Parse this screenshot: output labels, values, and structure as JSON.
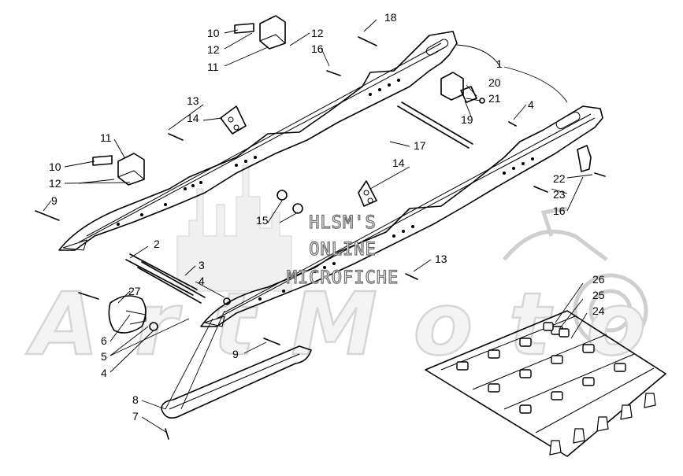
{
  "watermark": {
    "line1": "HLSM'S",
    "line2": "ONLINE",
    "line3": "MICROFICHE",
    "logo_text": "ArtMoto"
  },
  "callouts": [
    {
      "id": "c18",
      "label": "18"
    },
    {
      "id": "c1",
      "label": "1"
    },
    {
      "id": "c10a",
      "label": "10"
    },
    {
      "id": "c12a",
      "label": "12"
    },
    {
      "id": "c11a",
      "label": "11"
    },
    {
      "id": "c12b",
      "label": "12"
    },
    {
      "id": "c16a",
      "label": "16"
    },
    {
      "id": "c20",
      "label": "20"
    },
    {
      "id": "c21",
      "label": "21"
    },
    {
      "id": "c19",
      "label": "19"
    },
    {
      "id": "c4a",
      "label": "4"
    },
    {
      "id": "c13a",
      "label": "13"
    },
    {
      "id": "c14a",
      "label": "14"
    },
    {
      "id": "c11b",
      "label": "11"
    },
    {
      "id": "c10b",
      "label": "10"
    },
    {
      "id": "c12c",
      "label": "12"
    },
    {
      "id": "c17",
      "label": "17"
    },
    {
      "id": "c14b",
      "label": "14"
    },
    {
      "id": "c22",
      "label": "22"
    },
    {
      "id": "c23",
      "label": "23"
    },
    {
      "id": "c16b",
      "label": "16"
    },
    {
      "id": "c9a",
      "label": "9"
    },
    {
      "id": "c15",
      "label": "15"
    },
    {
      "id": "c2",
      "label": "2"
    },
    {
      "id": "c13b",
      "label": "13"
    },
    {
      "id": "c3",
      "label": "3"
    },
    {
      "id": "c4b",
      "label": "4"
    },
    {
      "id": "c27",
      "label": "27"
    },
    {
      "id": "c26",
      "label": "26"
    },
    {
      "id": "c25",
      "label": "25"
    },
    {
      "id": "c24",
      "label": "24"
    },
    {
      "id": "c6",
      "label": "6"
    },
    {
      "id": "c5",
      "label": "5"
    },
    {
      "id": "c4c",
      "label": "4"
    },
    {
      "id": "c9b",
      "label": "9"
    },
    {
      "id": "c8",
      "label": "8"
    },
    {
      "id": "c7",
      "label": "7"
    }
  ]
}
